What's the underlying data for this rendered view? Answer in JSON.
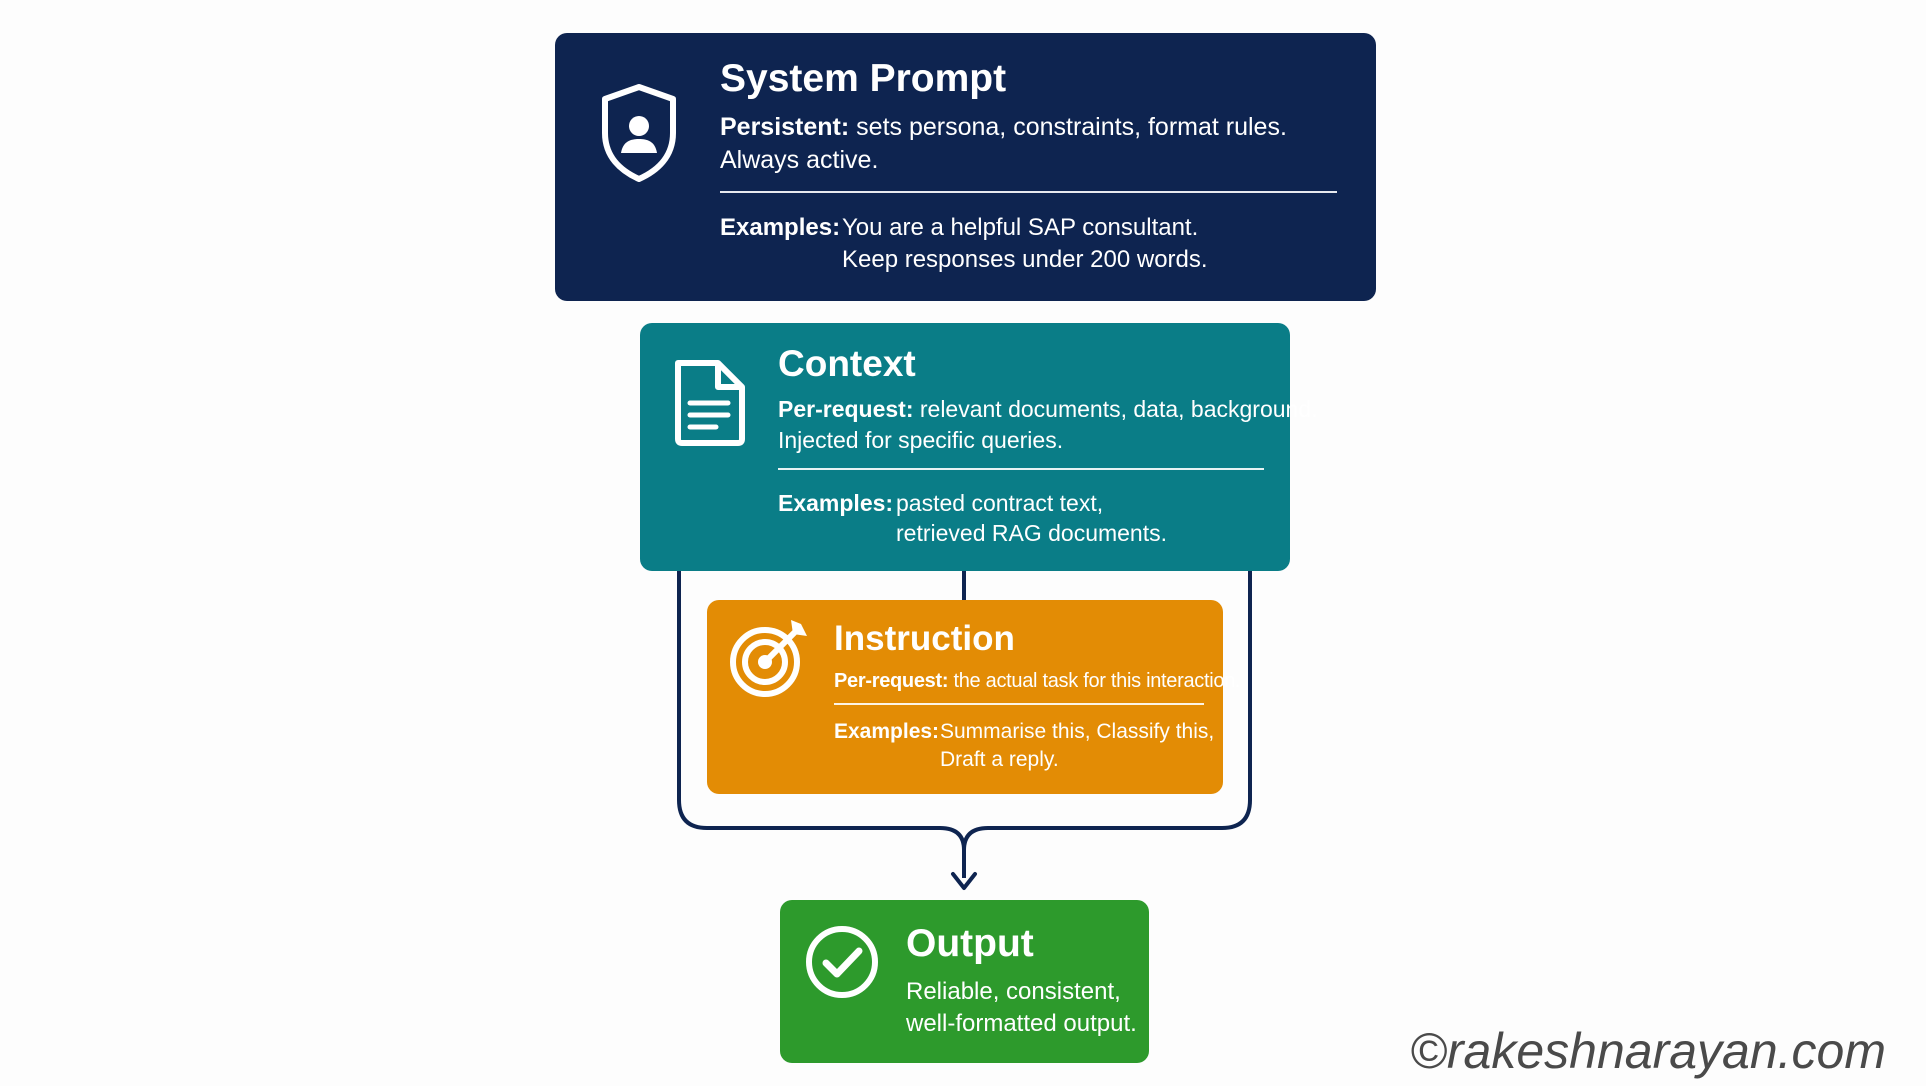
{
  "system_prompt": {
    "title": "System Prompt",
    "desc_label": "Persistent:",
    "desc_text": " sets persona, constraints, format rules.",
    "desc_line2": "Always active.",
    "examples_label": "Examples:",
    "examples": [
      "You are a helpful SAP consultant.",
      "Keep responses under 200 words."
    ],
    "icon": "shield-user-icon",
    "color": "#0e2450"
  },
  "context": {
    "title": "Context",
    "desc_label": "Per-request:",
    "desc_text": " relevant documents, data, background.",
    "desc_line2": "Injected for specific queries.",
    "examples_label": "Examples:",
    "examples": [
      "pasted contract text,",
      "retrieved RAG documents."
    ],
    "icon": "document-icon",
    "color": "#0a7d87"
  },
  "instruction": {
    "title": "Instruction",
    "desc_label": "Per-request:",
    "desc_text": " the actual task for this interaction.",
    "examples_label": "Examples:",
    "examples": [
      "Summarise this, Classify this,",
      "Draft a reply."
    ],
    "icon": "target-arrow-icon",
    "color": "#e38c05"
  },
  "output": {
    "title": "Output",
    "desc_lines": [
      "Reliable, consistent,",
      "well-formatted output."
    ],
    "icon": "check-circle-icon",
    "color": "#2d9a2c"
  },
  "watermark": "©rakeshnarayan.com",
  "connector_color": "#0e2450"
}
